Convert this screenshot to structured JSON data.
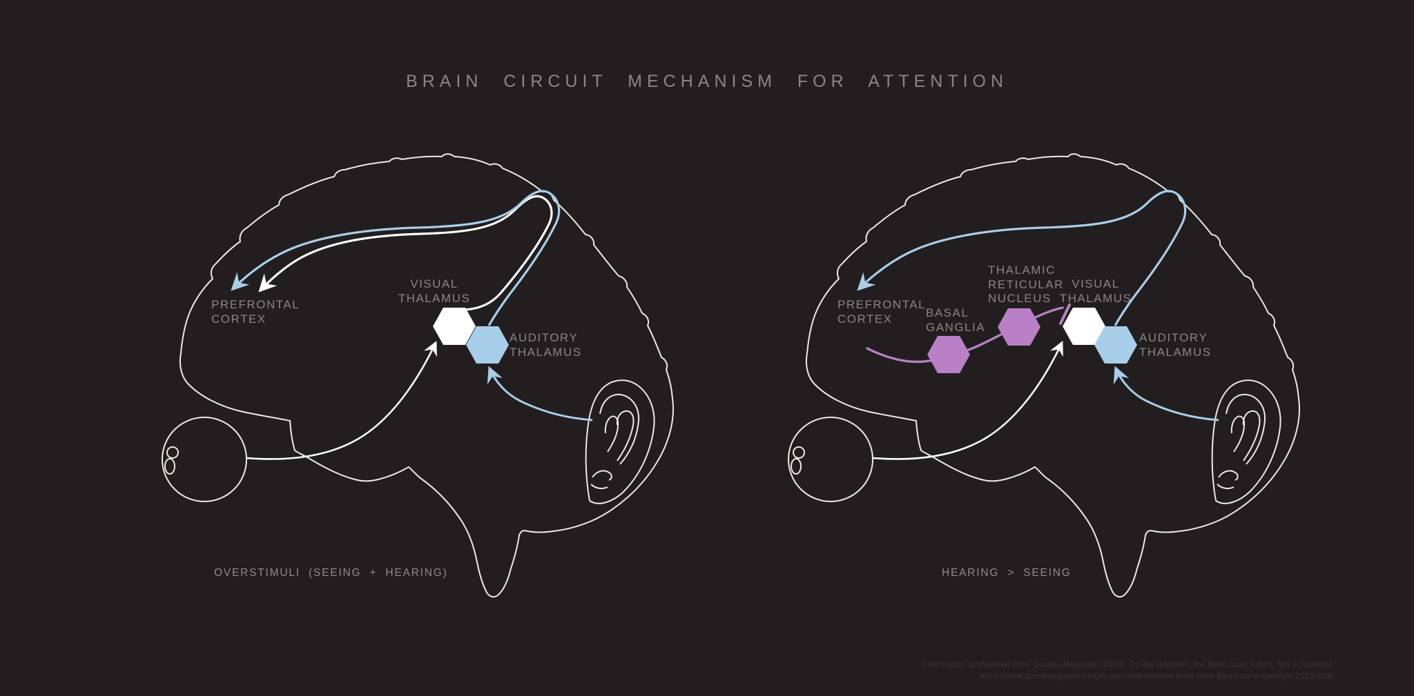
{
  "title": "BRAIN CIRCUIT MECHANISM FOR ATTENTION",
  "colors": {
    "background": "#221e1f",
    "line": "#eeebe7",
    "white_node": "#ffffff",
    "blue": "#a9cee9",
    "purple": "#b980c7",
    "label_text": "#8a8589",
    "caption_text": "#8f8a8e",
    "attribution_text": "#3a3536"
  },
  "left_diagram": {
    "caption": "OVERSTIMULI (SEEING + HEARING)",
    "labels": {
      "prefrontal_cortex": "PREFRONTAL\nCORTEX",
      "visual_thalamus": "VISUAL\nTHALAMUS",
      "auditory_thalamus": "AUDITORY\nTHALAMUS"
    },
    "nodes": {
      "visual_thalamus_color": "#ffffff",
      "auditory_thalamus_color": "#a9cee9"
    }
  },
  "right_diagram": {
    "caption": "HEARING > SEEING",
    "labels": {
      "prefrontal_cortex": "PREFRONTAL\nCORTEX",
      "basal_ganglia": "BASAL\nGANGLIA",
      "thalamic_reticular_nucleus": "THALAMIC\nRETICULAR\nNUCLEUS",
      "visual_thalamus": "VISUAL\nTHALAMUS",
      "auditory_thalamus": "AUDITORY\nTHALAMUS"
    },
    "nodes": {
      "basal_ganglia_color": "#b980c7",
      "thalamic_reticular_nucleus_color": "#b980c7",
      "visual_thalamus_color": "#ffffff",
      "auditory_thalamus_color": "#a9cee9"
    }
  },
  "attribution": {
    "line1": "Information synthesized from: Quanta Magazine (2019). To Pay Attention, the Brain Uses Filters, Not a Spotlight.",
    "line2": "https://www.quantamagazine.org/to-pay-attention-the-brain-uses-filters-not-a-spotlight-20190924/"
  }
}
